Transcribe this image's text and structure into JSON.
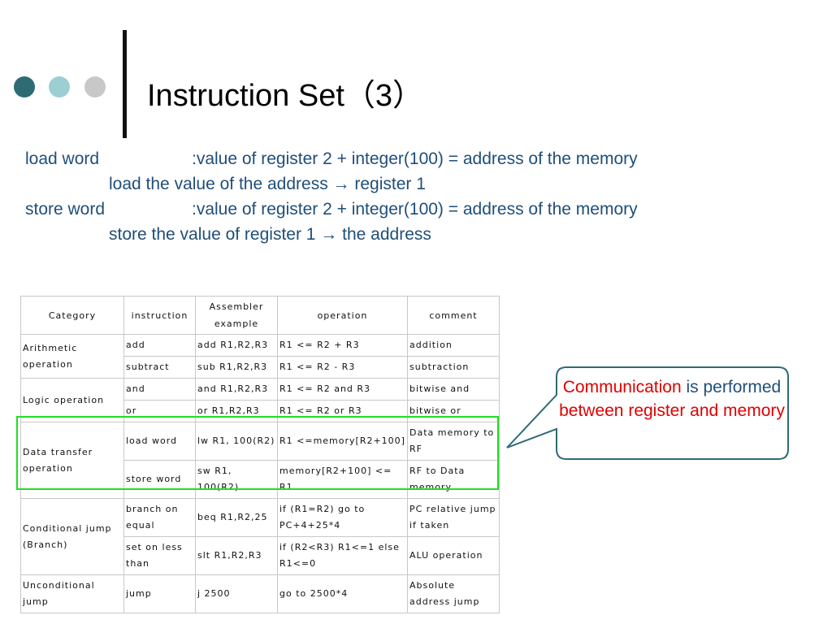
{
  "slide": {
    "title": "Instruction Set（3）"
  },
  "decor": {
    "dot_colors": [
      "#2f6b73",
      "#9ccfd4",
      "#c8c8c8"
    ]
  },
  "body": {
    "line1_label": "load word",
    "line1_text": ":value of register 2 + integer(100) = address of the memory",
    "line2_text": "load the value of the address → register 1",
    "line3_label": "store word",
    "line3_text": ":value of register 2 + integer(100) = address of the memory",
    "line4_text": "store the value of register 1 → the address"
  },
  "table": {
    "headers": {
      "category": "Category",
      "instruction": "instruction",
      "assembler_line1": "Assembler",
      "assembler_line2": "example",
      "operation": "operation",
      "comment": "comment"
    },
    "groups": {
      "arithmetic": "Arithmetic operation",
      "logic": "Logic operation",
      "data_transfer": "Data transfer operation",
      "conditional": "Conditional jump (Branch)",
      "unconditional": "Unconditional jump"
    },
    "rows": [
      {
        "instruction": "add",
        "assembler": "add R1,R2,R3",
        "operation": "R1 <= R2 + R3",
        "comment": "addition"
      },
      {
        "instruction": "subtract",
        "assembler": "sub R1,R2,R3",
        "operation": "R1 <= R2 - R3",
        "comment": "subtraction"
      },
      {
        "instruction": "and",
        "assembler": "and R1,R2,R3",
        "operation": "R1 <= R2 and R3",
        "comment": "bitwise and"
      },
      {
        "instruction": "or",
        "assembler": "or R1,R2,R3",
        "operation": "R1 <= R2 or R3",
        "comment": "bitwise or"
      },
      {
        "instruction": "load word",
        "assembler": "lw R1, 100(R2)",
        "operation": "R1 <=memory[R2+100]",
        "comment": "Data memory to RF"
      },
      {
        "instruction": "store word",
        "assembler": "sw R1, 100(R2)",
        "operation": "memory[R2+100] <= R1",
        "comment": "RF to Data memory"
      },
      {
        "instruction": "branch on equal",
        "assembler": "beq R1,R2,25",
        "operation": "if (R1=R2) go to PC+4+25*4",
        "comment": "PC relative jump if taken"
      },
      {
        "instruction": "set on less than",
        "assembler": "slt R1,R2,R3",
        "operation": "if (R2<R3) R1<=1 else R1<=0",
        "comment": "ALU operation"
      },
      {
        "instruction": "jump",
        "assembler": "j 2500",
        "operation": "go to 2500*4",
        "comment": "Absolute address jump"
      }
    ]
  },
  "callout": {
    "part1": "Communication",
    "part2": " is performed ",
    "part3": "between register and memory",
    "border_color": "#2f6b73",
    "highlight_color": "#e00000"
  }
}
